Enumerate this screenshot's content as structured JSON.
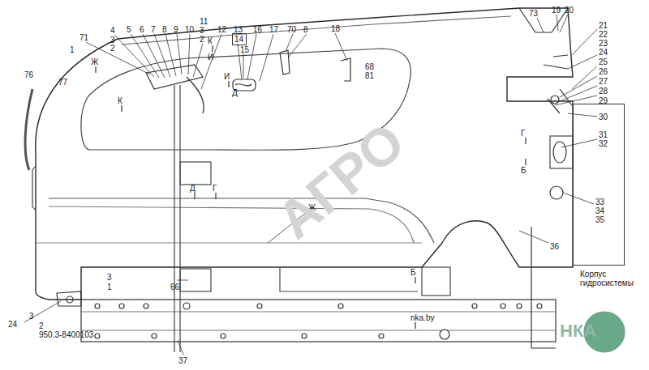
{
  "diagram": {
    "nodes": [
      {
        "text": [
          "Корпус гидросистемы"
        ]
      },
      {
        "text": [
          "14"
        ]
      }
    ],
    "edges": [],
    "labels": [
      "1",
      "77",
      "76",
      "71",
      "4",
      "3",
      "2",
      "5",
      "6",
      "7",
      "8",
      "9",
      "10",
      "11",
      "3",
      "2",
      "12",
      "13",
      "15",
      "16",
      "17",
      "70",
      "8",
      "18",
      "68",
      "81",
      "73",
      "19",
      "20",
      "21",
      "22",
      "23",
      "24",
      "25",
      "26",
      "27",
      "28",
      "29",
      "30",
      "31",
      "32",
      "33",
      "34",
      "35",
      "36",
      "37",
      "24",
      "3",
      "2",
      "950.3-8400103",
      "3",
      "1",
      "66",
      "Ж",
      "Ж",
      "К",
      "К",
      "И",
      "И",
      "Д",
      "Д",
      "Г",
      "Г",
      "Б",
      "Б",
      "nka.by",
      "АГРО",
      "НКА"
    ]
  }
}
